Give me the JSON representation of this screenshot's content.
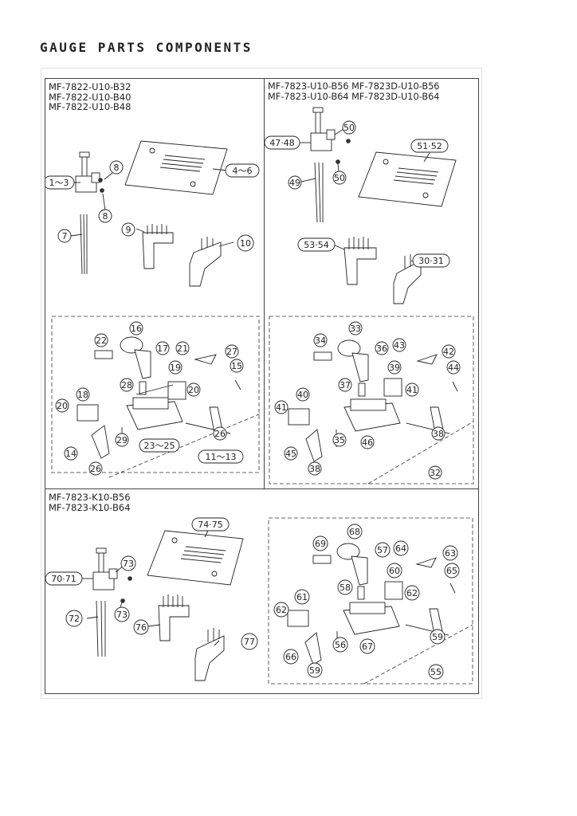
{
  "page": {
    "title": "GAUGE PARTS COMPONENTS"
  },
  "sections": [
    {
      "models": [
        "MF-7822-U10-B32",
        "MF-7822-U10-B40",
        "MF-7822-U10-B48"
      ],
      "callouts": [
        "1～3",
        "4～6",
        "7",
        "8",
        "8",
        "9",
        "10",
        "11～13",
        "14",
        "15",
        "16",
        "17",
        "18",
        "19",
        "20",
        "20",
        "21",
        "22",
        "23～25",
        "26",
        "26",
        "27",
        "28",
        "29"
      ]
    },
    {
      "models": [
        "MF-7823-U10-B56  MF-7823D-U10-B56",
        "MF-7823-U10-B64  MF-7823D-U10-B64"
      ],
      "callouts": [
        "47·48",
        "49",
        "50",
        "50",
        "51·52",
        "53·54",
        "30·31",
        "32",
        "33",
        "34",
        "35",
        "36",
        "37",
        "38",
        "38",
        "39",
        "40",
        "41",
        "41",
        "42",
        "43",
        "44",
        "45",
        "46"
      ]
    },
    {
      "models": [
        "MF-7823-K10-B56",
        "MF-7823-K10-B64"
      ],
      "callouts": [
        "70·71",
        "72",
        "73",
        "73",
        "74·75",
        "76",
        "77",
        "55",
        "56",
        "57",
        "58",
        "59",
        "59",
        "60",
        "61",
        "62",
        "62",
        "63",
        "64",
        "65",
        "66",
        "67",
        "68",
        "69"
      ]
    }
  ]
}
